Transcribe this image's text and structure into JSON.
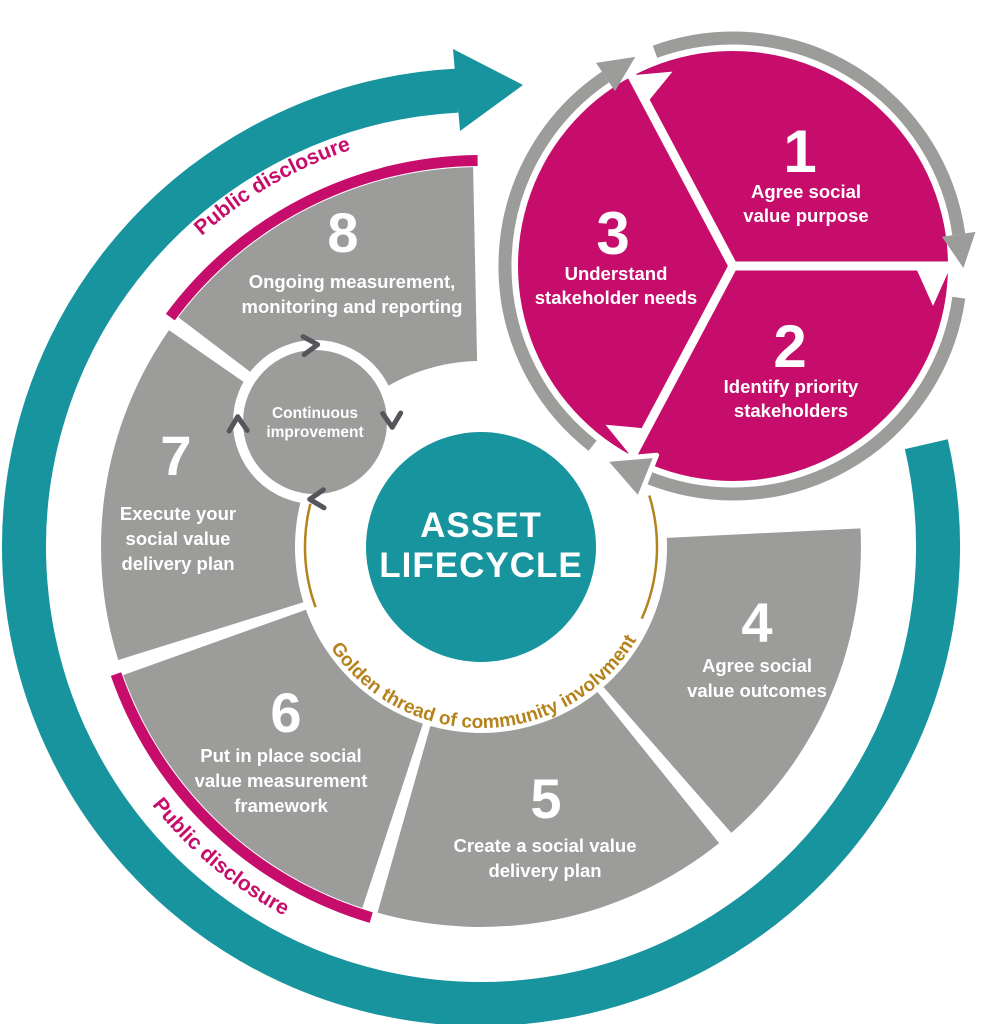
{
  "diagram": {
    "title": "Asset lifecycle social value process diagram",
    "center": {
      "title_lines": [
        "ASSET",
        "LIFECYCLE"
      ]
    },
    "golden_thread_label": "Golden thread of community involvment",
    "continuous_improvement": {
      "label_lines": [
        "Continuous",
        "improvement"
      ]
    },
    "public_disclosure": {
      "top_label": "Public disclosure",
      "bottom_label": "Public disclosure"
    },
    "strategy_cycle": {
      "steps": [
        {
          "number": "1",
          "label_lines": [
            "Agree social",
            "value purpose"
          ]
        },
        {
          "number": "2",
          "label_lines": [
            "Identify priority",
            "stakeholders"
          ]
        },
        {
          "number": "3",
          "label_lines": [
            "Understand",
            "stakeholder needs"
          ]
        }
      ]
    },
    "lifecycle_wheel": {
      "steps": [
        {
          "number": "4",
          "label_lines": [
            "Agree social",
            "value outcomes"
          ]
        },
        {
          "number": "5",
          "label_lines": [
            "Create a social value",
            "delivery plan"
          ]
        },
        {
          "number": "6",
          "label_lines": [
            "Put in place social",
            "value measurement",
            "framework"
          ]
        },
        {
          "number": "7",
          "label_lines": [
            "Execute your",
            "social value",
            "delivery plan"
          ]
        },
        {
          "number": "8",
          "label_lines": [
            "Ongoing measurement,",
            "monitoring and reporting"
          ]
        }
      ]
    },
    "colors": {
      "pink": "#c60d6b",
      "teal": "#17949e",
      "gray": "#9c9c9b",
      "dark_gray": "#55565b",
      "gold": "#b5831d",
      "white": "#ffffff"
    }
  }
}
